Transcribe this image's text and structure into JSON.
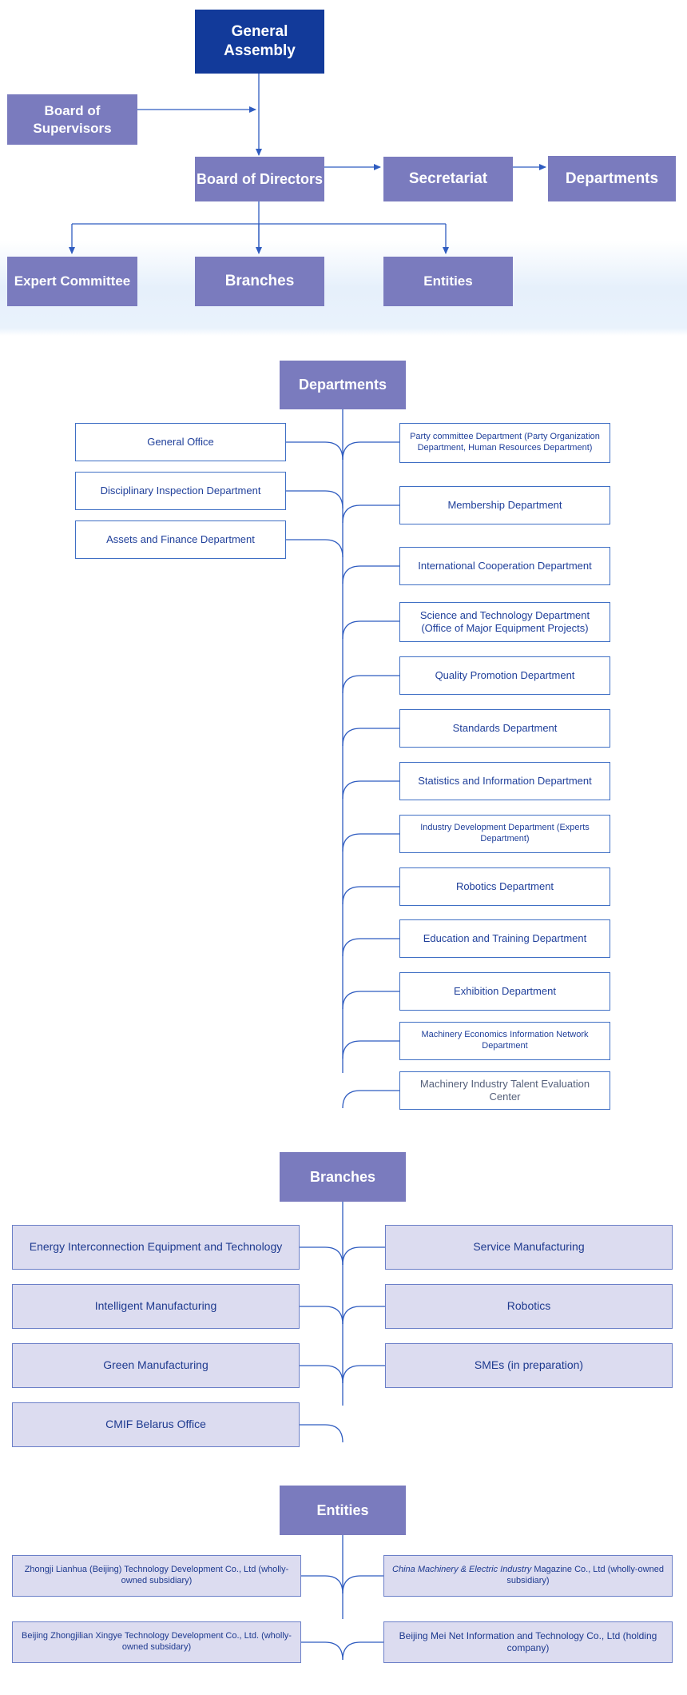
{
  "top": {
    "general_assembly": "General Assembly",
    "board_of_supervisors": "Board of Supervisors",
    "board_of_directors": "Board of Directors",
    "secretariat": "Secretariat",
    "departments": "Departments",
    "expert_committee": "Expert Committee",
    "branches": "Branches",
    "entities": "Entities"
  },
  "departments": {
    "title": "Departments",
    "left": [
      "General Office",
      "Disciplinary Inspection Department",
      "Assets and Finance Department"
    ],
    "right": [
      "Party committee Department (Party Organization Department, Human Resources Department)",
      "Membership Department",
      "International Cooperation Department",
      "Science and Technology Department (Office of Major Equipment Projects)",
      "Quality Promotion Department",
      "Standards Department",
      "Statistics and Information Department",
      "Industry Development Department (Experts Department)",
      "Robotics Department",
      "Education and Training Department",
      "Exhibition Department",
      "Machinery Economics Information Network Department",
      "Machinery Industry Talent Evaluation Center"
    ]
  },
  "branches": {
    "title": "Branches",
    "left": [
      "Energy Interconnection Equipment and Technology",
      "Intelligent Manufacturing",
      "Green Manufacturing",
      "CMIF Belarus Office"
    ],
    "right": [
      "Service Manufacturing",
      "Robotics",
      "SMEs (in preparation)"
    ]
  },
  "entities": {
    "title": "Entities",
    "left": [
      "Zhongji Lianhua (Beijing) Technology Development Co., Ltd (wholly-owned subsidiary)",
      "Beijing Zhongjilian Xingye Technology Development Co., Ltd. (wholly-owned subsidary)"
    ],
    "right_italic": "China Machinery & Electric Industry",
    "right_rest": " Magazine Co., Ltd (wholly-owned subsidiary)",
    "right_2": "Beijing Mei Net Information and Technology Co., Ltd (holding company)"
  }
}
